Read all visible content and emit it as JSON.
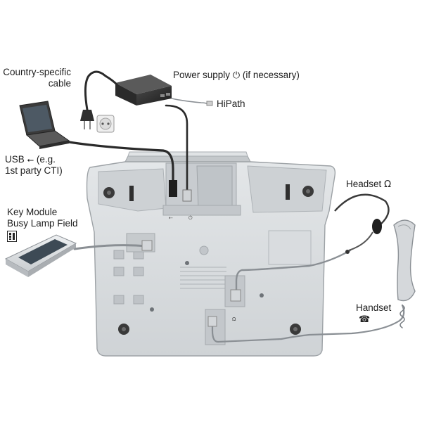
{
  "labels": {
    "country_cable_line1": "Country-specific",
    "country_cable_line2": "cable",
    "power_supply": "Power supply",
    "power_supply_note": "(if necessary)",
    "hipath": "HiPath",
    "usb": "USB",
    "usb_note_line1": "(e.g.",
    "usb_note_line2": "1st party CTI)",
    "headset": "Headset",
    "key_module_line1": "Key Module",
    "key_module_line2": "Busy Lamp Field",
    "handset": "Handset"
  },
  "icons": {
    "power": "power-symbol-icon",
    "usb": "usb-trident-icon",
    "headset": "headset-icon",
    "key_module": "key-module-icon",
    "handset": "handset-icon"
  },
  "colors": {
    "phone_body": "#d7dadd",
    "phone_shadow": "#b9bdc1",
    "cable": "#2a2a2a",
    "cable_gray": "#8a8f94",
    "power_supply": "#2b2b2b"
  }
}
